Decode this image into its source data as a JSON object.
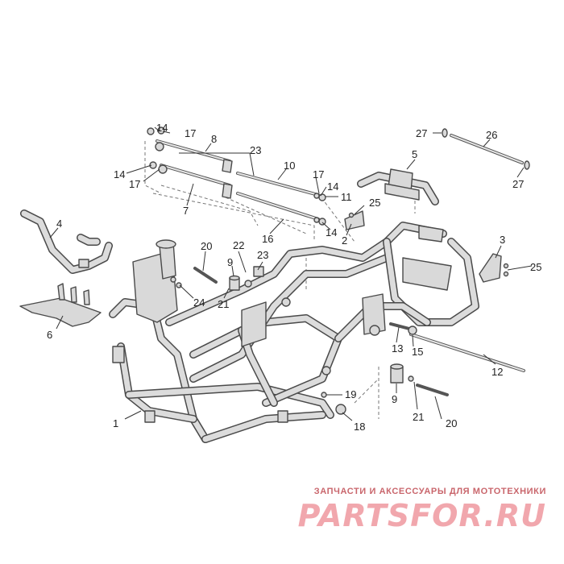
{
  "callouts": [
    "1",
    "2",
    "3",
    "4",
    "5",
    "6",
    "7",
    "8",
    "9",
    "9",
    "10",
    "11",
    "12",
    "13",
    "14",
    "14",
    "14",
    "14",
    "15",
    "16",
    "17",
    "17",
    "17",
    "18",
    "19",
    "20",
    "20",
    "21",
    "21",
    "22",
    "23",
    "23",
    "24",
    "25",
    "25",
    "26",
    "27",
    "27"
  ],
  "footer": {
    "tagline": "ЗАПЧАСТИ И АКСЕССУАРЫ ДЛЯ МОТОТЕХНИКИ",
    "brand": "PARTSFOR.RU"
  },
  "colors": {
    "line": "#4a4a4a",
    "fill": "#d9d9d9",
    "watermark": "#f1a7ad"
  }
}
